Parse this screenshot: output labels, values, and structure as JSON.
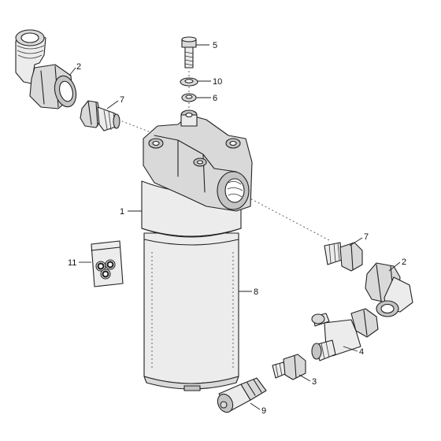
{
  "callouts": [
    {
      "id": "c1",
      "text": "1"
    },
    {
      "id": "c2a",
      "text": "2"
    },
    {
      "id": "c2b",
      "text": "2"
    },
    {
      "id": "c3",
      "text": "3"
    },
    {
      "id": "c4",
      "text": "4"
    },
    {
      "id": "c5",
      "text": "5"
    },
    {
      "id": "c6",
      "text": "6"
    },
    {
      "id": "c7a",
      "text": "7"
    },
    {
      "id": "c7b",
      "text": "7"
    },
    {
      "id": "c8",
      "text": "8"
    },
    {
      "id": "c9",
      "text": "9"
    },
    {
      "id": "c10",
      "text": "10"
    },
    {
      "id": "c11",
      "text": "11"
    }
  ]
}
